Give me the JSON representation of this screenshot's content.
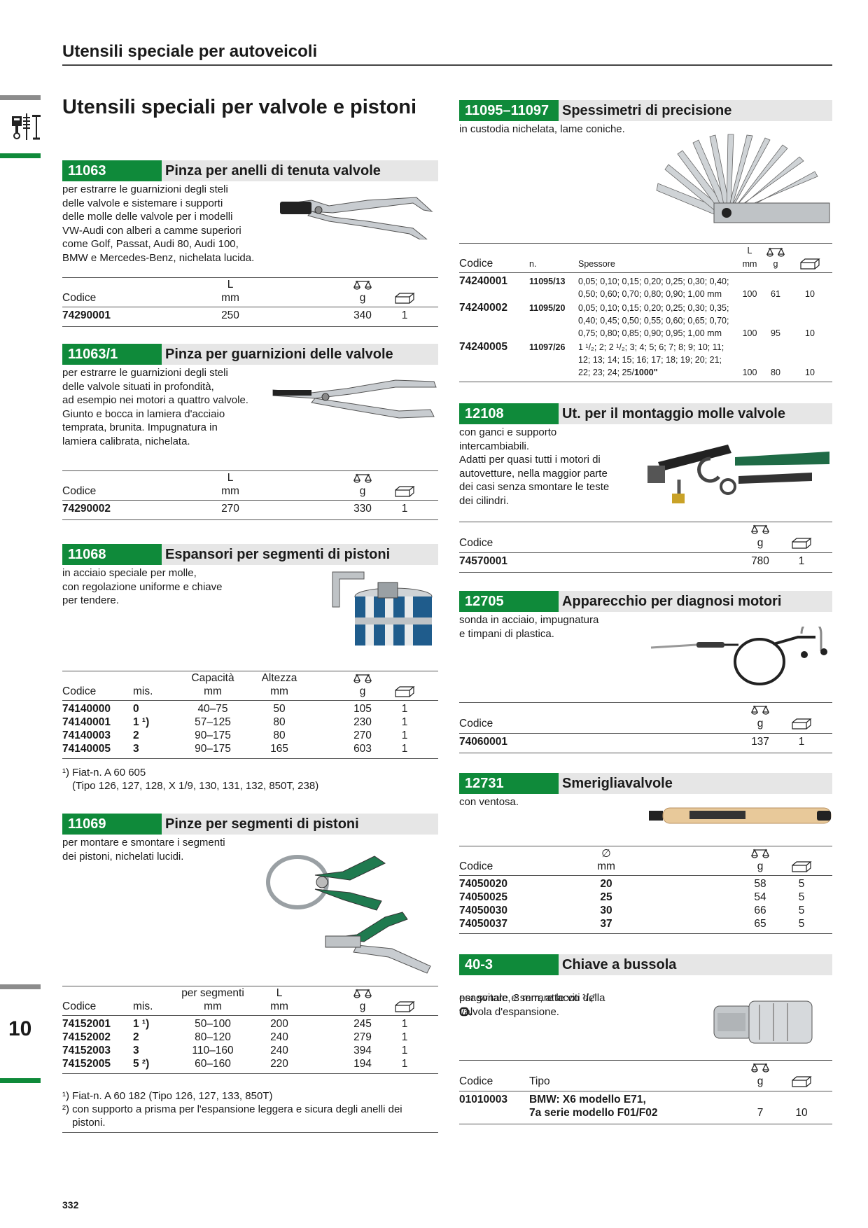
{
  "header": {
    "title": "Utensili speciale per autoveicoli"
  },
  "section_title": "Utensili speciali per valvole e pistoni",
  "chapter": "10",
  "page_number": "332",
  "colors": {
    "accent": "#0f8a3a",
    "band": "#e6e6e6"
  },
  "icons": {
    "weight": "scale-icon",
    "package": "package-icon"
  },
  "p1": {
    "code": "11063",
    "name": "Pinza per anelli di tenuta valvole",
    "desc": "per estrarre le guarnizioni degli steli\ndelle valvole e sistemare i supporti\ndelle molle delle valvole per i modelli\nVW-Audi con alberi a camme superiori\ncome Golf, Passat, Audi 80, Audi 100,\nBMW e Mercedes-Benz, nichelata lucida.",
    "h_codice": "Codice",
    "h_L": "L",
    "h_mm": "mm",
    "h_g": "g",
    "row": {
      "codice": "74290001",
      "mm": "250",
      "g": "340",
      "pkg": "1"
    }
  },
  "p2": {
    "code": "11063/1",
    "name": "Pinza per guarnizioni delle valvole",
    "desc": "per estrarre le guarnizioni degli steli\ndelle valvole situati in profondità,\nad esempio nei motori a quattro valvole.\nGiunto e bocca in lamiera d'acciaio\ntemprata, brunita. Impugnatura in\nlamiera calibrata, nichelata.",
    "h_codice": "Codice",
    "h_L": "L",
    "h_mm": "mm",
    "h_g": "g",
    "row": {
      "codice": "74290002",
      "mm": "270",
      "g": "330",
      "pkg": "1"
    }
  },
  "p3": {
    "code": "11068",
    "name": "Espansori per segmenti di pistoni",
    "desc": "in acciaio speciale per molle,\ncon regolazione uniforme e chiave\nper tendere.",
    "h_codice": "Codice",
    "h_mis": "mis.",
    "h_cap": "Capacità",
    "h_alt": "Altezza",
    "h_mm": "mm",
    "h_g": "g",
    "rows": [
      {
        "codice": "74140000",
        "mis": "0",
        "cap": "40–75",
        "alt": "50",
        "g": "105",
        "pkg": "1"
      },
      {
        "codice": "74140001",
        "mis": "1 ¹)",
        "cap": "57–125",
        "alt": "80",
        "g": "230",
        "pkg": "1"
      },
      {
        "codice": "74140003",
        "mis": "2",
        "cap": "90–175",
        "alt": "80",
        "g": "270",
        "pkg": "1"
      },
      {
        "codice": "74140005",
        "mis": "3",
        "cap": "90–175",
        "alt": "165",
        "g": "603",
        "pkg": "1"
      }
    ],
    "foot1": "¹) Fiat-n. A 60 605",
    "foot2": "(Tipo 126, 127, 128, X 1/9, 130, 131, 132, 850T, 238)"
  },
  "p4": {
    "code": "11069",
    "name": "Pinze per segmenti di pistoni",
    "desc": "per montare e smontare i segmenti\ndei pistoni, nichelati lucidi.",
    "h_codice": "Codice",
    "h_mis": "mis.",
    "h_seg": "per segmenti",
    "h_L": "L",
    "h_mm": "mm",
    "h_g": "g",
    "rows": [
      {
        "codice": "74152001",
        "mis": "1 ¹)",
        "seg": "50–100",
        "L": "200",
        "g": "245",
        "pkg": "1"
      },
      {
        "codice": "74152002",
        "mis": "2",
        "seg": "80–120",
        "L": "240",
        "g": "279",
        "pkg": "1"
      },
      {
        "codice": "74152003",
        "mis": "3",
        "seg": "110–160",
        "L": "240",
        "g": "394",
        "pkg": "1"
      },
      {
        "codice": "74152005",
        "mis": "5 ²)",
        "seg": "60–160",
        "L": "220",
        "g": "194",
        "pkg": "1"
      }
    ],
    "foot1": "¹) Fiat-n. A 60 182 (Tipo 126, 127, 133, 850T)",
    "foot2": "²) con supporto a prisma per l'espansione leggera e sicura degli anelli dei",
    "foot3": "pistoni."
  },
  "p5": {
    "code": "11095–11097",
    "name": "Spessimetri di precisione",
    "desc": "in custodia nichelata, lame coniche.",
    "h_codice": "Codice",
    "h_n": "n.",
    "h_sp": "Spessore",
    "h_L": "L",
    "h_mm": "mm",
    "h_g": "g",
    "rows": [
      {
        "codice": "74240001",
        "n": "11095/13",
        "sp1": "0,05; 0,10; 0,15; 0,20; 0,25; 0,30; 0,40;",
        "sp2": "0,50; 0,60; 0,70; 0,80; 0,90; 1,00 mm",
        "sp3": "",
        "L": "100",
        "g": "61",
        "pkg": "10"
      },
      {
        "codice": "74240002",
        "n": "11095/20",
        "sp1": "0,05; 0,10; 0,15; 0,20; 0,25; 0,30; 0,35;",
        "sp2": "0,40; 0,45; 0,50; 0,55; 0,60; 0,65; 0,70;",
        "sp3": "0,75; 0,80; 0,85; 0,90; 0,95; 1,00 mm",
        "L": "100",
        "g": "95",
        "pkg": "10"
      },
      {
        "codice": "74240005",
        "n": "11097/26",
        "sp1": "1 ¹/₂; 2; 2 ¹/₂; 3; 4; 5; 6; 7; 8; 9; 10; 11;",
        "sp2": "12; 13; 14; 15; 16; 17; 18; 19; 20; 21;",
        "sp3": "22; 23; 24; 25/",
        "sp3b": "1000\"",
        "L": "100",
        "g": "80",
        "pkg": "10"
      }
    ]
  },
  "p6": {
    "code": "12108",
    "name": "Ut. per il montaggio molle valvole",
    "desc": "con ganci e supporto\nintercambiabili.\nAdatti per quasi tutti i motori di\nautovetture, nella maggior parte\ndei casi senza smontare le teste\ndei cilindri.",
    "h_codice": "Codice",
    "h_g": "g",
    "row": {
      "codice": "74570001",
      "g": "780",
      "pkg": "1"
    }
  },
  "p7": {
    "code": "12705",
    "name": "Apparecchio per diagnosi motori",
    "desc": "sonda in acciaio, impugnatura\ne timpani di plastica.",
    "h_codice": "Codice",
    "h_g": "g",
    "row": {
      "codice": "74060001",
      "g": "137",
      "pkg": "1"
    }
  },
  "p8": {
    "code": "12731",
    "name": "Smerigliavalvole",
    "desc": "con ventosa.",
    "h_codice": "Codice",
    "h_dia": "∅",
    "h_mm": "mm",
    "h_g": "g",
    "rows": [
      {
        "codice": "74050020",
        "mm": "20",
        "g": "58",
        "pkg": "5"
      },
      {
        "codice": "74050025",
        "mm": "25",
        "g": "54",
        "pkg": "5"
      },
      {
        "codice": "74050030",
        "mm": "30",
        "g": "66",
        "pkg": "5"
      },
      {
        "codice": "74050037",
        "mm": "37",
        "g": "65",
        "pkg": "5"
      }
    ]
  },
  "p9": {
    "code": "40-3",
    "name": "Chiave a bussola",
    "desc1": "esagonale, 3 mm, attacco ¹/₄\"",
    "desc2": "per svitare e serrare le viti della\nvalvola d'espansione.",
    "h_codice": "Codice",
    "h_tipo": "Tipo",
    "h_g": "g",
    "row": {
      "codice": "01010003",
      "tipo1": "BMW: X6 modello E71,",
      "tipo2": "7a serie modello F01/F02",
      "g": "7",
      "pkg": "10"
    }
  }
}
